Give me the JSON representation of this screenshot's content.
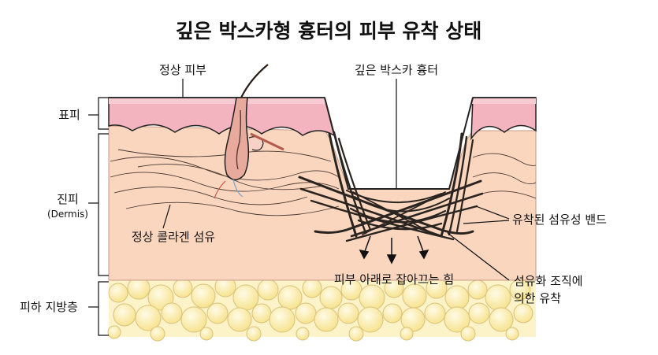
{
  "title": "깊은 박스카형 흉터의 피부 유착 상태",
  "labels": {
    "normal_skin": "정상 피부",
    "boxcar_scar": "깊은 박스카 흉터",
    "epidermis": "표피",
    "dermis": "진피",
    "dermis_en": "(Dermis)",
    "subcutaneous_fat": "피하 지방층",
    "normal_collagen": "정상 콜라겐 섬유",
    "adhered_band": "유착된 섬유성 밴드",
    "pulling_force": "피부 아래로 잡아끄는 힘",
    "adhesion_line1": "섬유화 조직에",
    "adhesion_line2": "의한 유착"
  },
  "icons": [
    "hair-follicle-icon",
    "down-arrow-icon"
  ],
  "colors": {
    "epidermis": "#f3b5c0",
    "dermis": "#fbd7c1",
    "fat_cell": "#fbeaa9",
    "fiber_band": "#2a2420",
    "line": "#111111"
  }
}
